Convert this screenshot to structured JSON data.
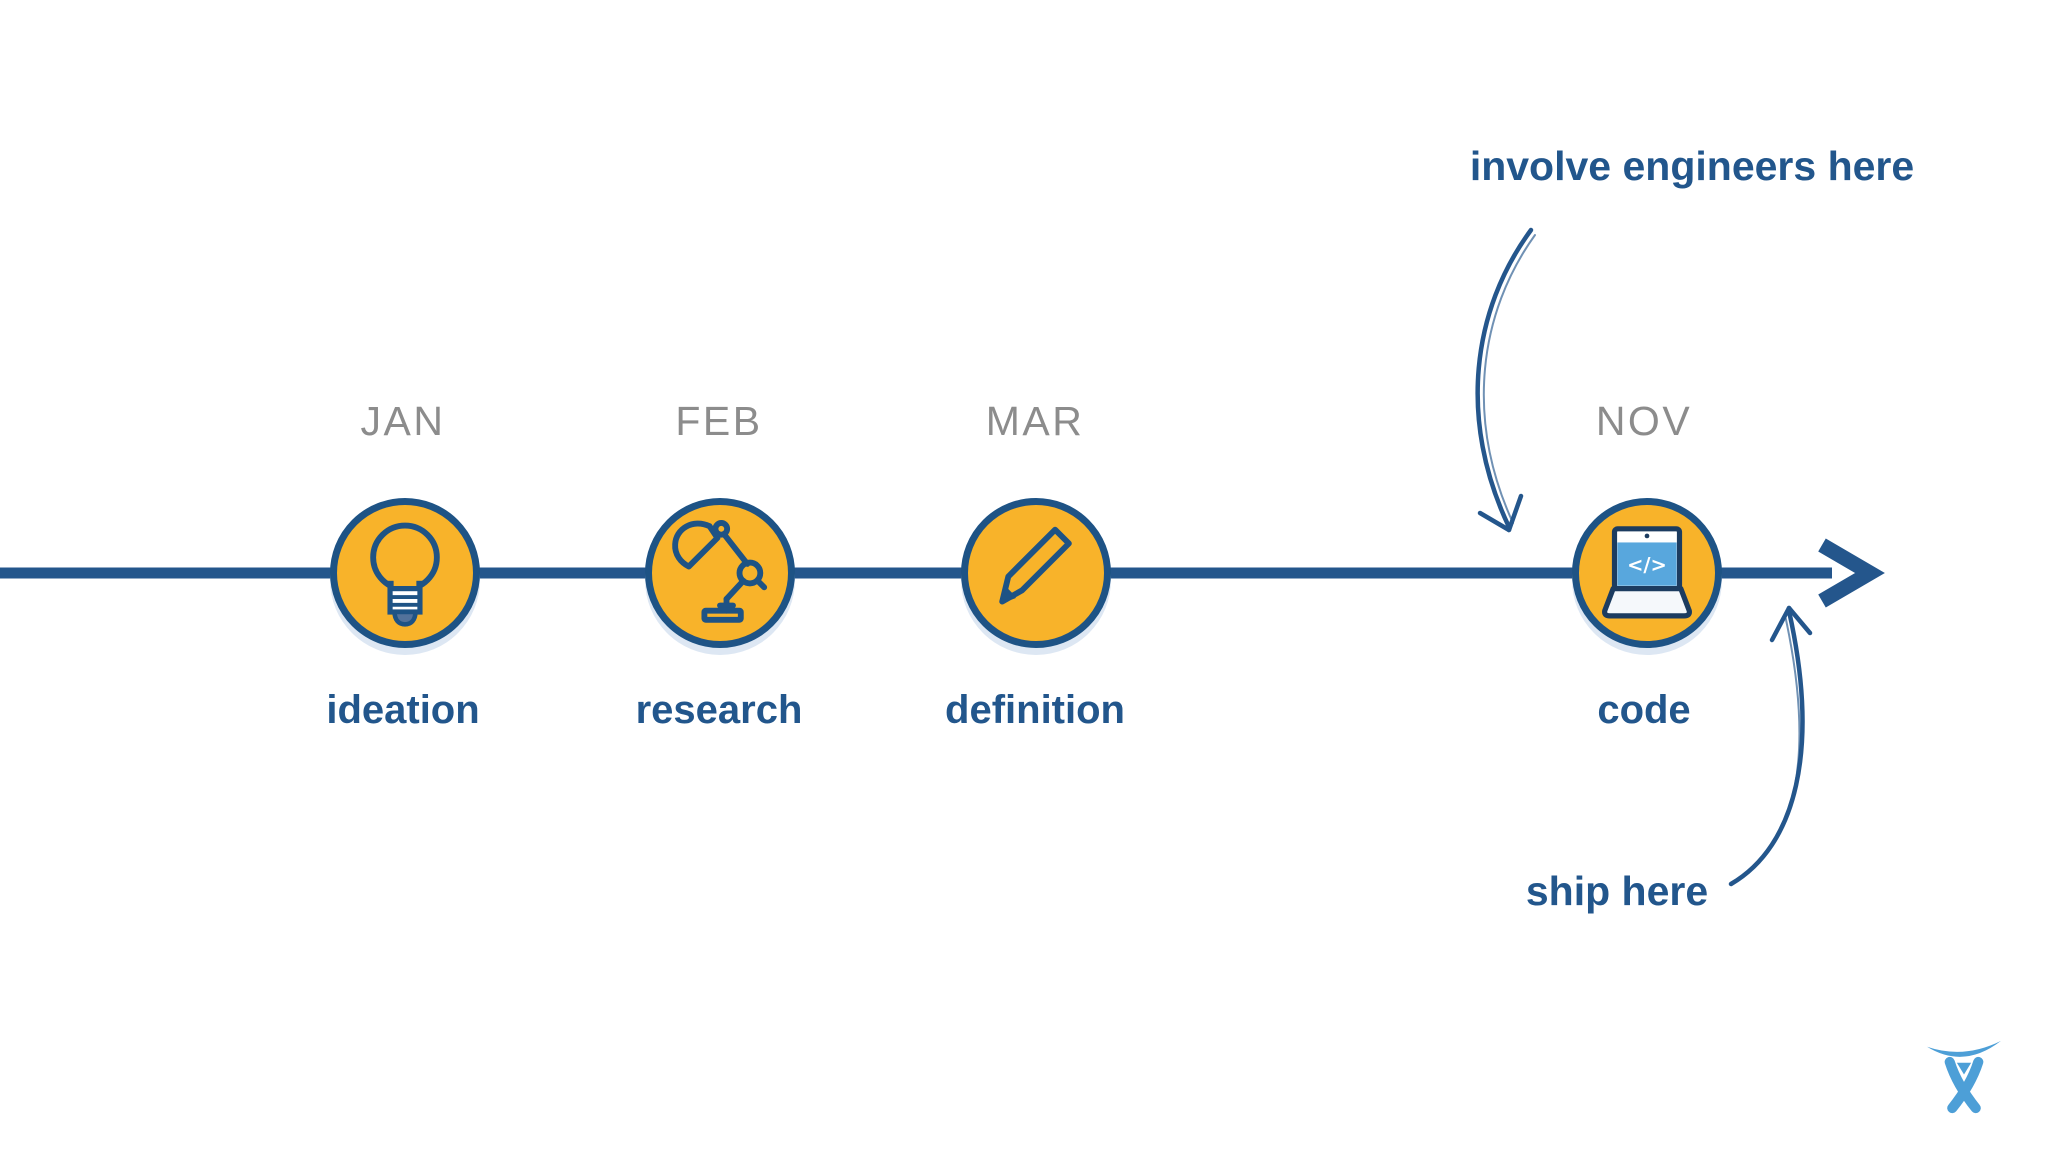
{
  "timeline": {
    "milestones": [
      {
        "month": "JAN",
        "label": "ideation",
        "icon": "lightbulb-icon"
      },
      {
        "month": "FEB",
        "label": "research",
        "icon": "desk-lamp-icon"
      },
      {
        "month": "MAR",
        "label": "definition",
        "icon": "pencil-icon"
      },
      {
        "month": "NOV",
        "label": "code",
        "icon": "laptop-code-icon"
      }
    ],
    "laptop_screen_code": "</>"
  },
  "annotations": {
    "involve_engineers": "involve engineers here",
    "ship_here": "ship here"
  },
  "logo": {
    "name": "atlassian-logo"
  },
  "colors": {
    "navy": "#24568C",
    "circle_border": "#1E5385",
    "yellow": "#F8B32A",
    "month_gray": "#8C8C8C",
    "laptop_screen_blue": "#58A7DD",
    "logo_blue": "#4D9FD7",
    "background": "#FFFFFF"
  }
}
